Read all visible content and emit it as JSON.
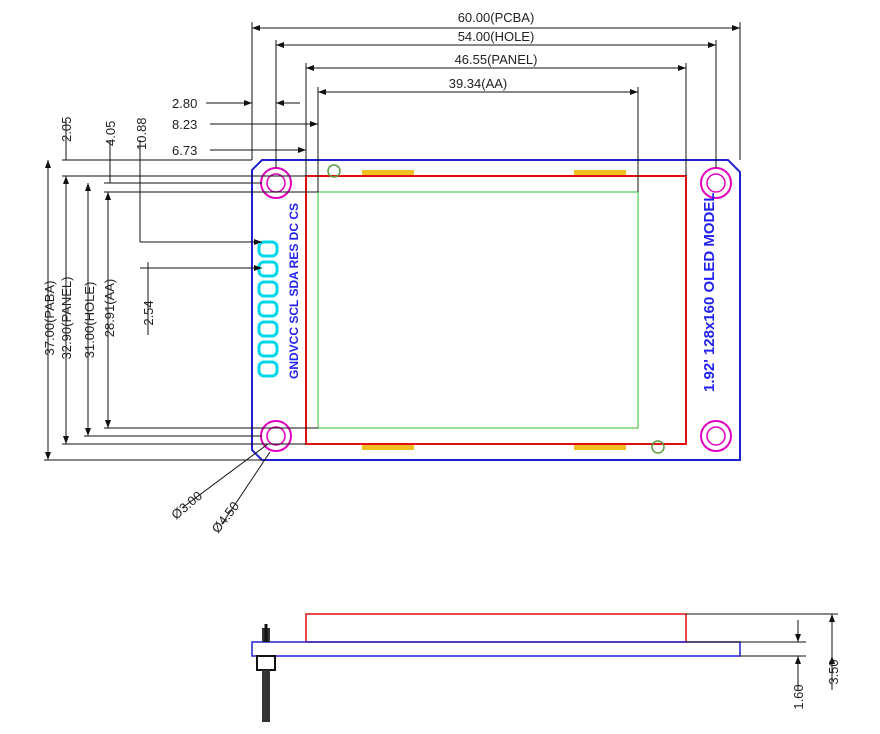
{
  "dimensions": {
    "pcba_width": "60.00(PCBA)",
    "hole_pitch_x": "54.00(HOLE)",
    "panel_width": "46.55(PANEL)",
    "aa_width": "39.34(AA)",
    "offset_a": "2.80",
    "offset_b": "8.23",
    "offset_c": "6.73",
    "offset_v1": "2.05",
    "offset_v2": "4.05",
    "offset_v3": "10.88",
    "pcba_height": "37.00(PABA)",
    "panel_height": "32.90(PANEL)",
    "hole_pitch_y": "31.00(HOLE)",
    "aa_height": "28.91(AA)",
    "pin_pitch": "2.54",
    "hole_diameter": "Ø3.00",
    "pad_diameter": "Ø4.50",
    "pcb_thickness": "1.60",
    "total_thickness": "3.50"
  },
  "silkscreen": {
    "pin_labels": "GNDVCC SCL SDA RES DC CS",
    "model": "1.92' 128x160 OLED MODEL"
  },
  "colors": {
    "pcb_outline": "#2020d0",
    "panel_outline": "#e01010",
    "active_area": "#30c030",
    "mount_holes": "#e000c0",
    "pins": "#00d8e8",
    "fpc_tabs": "#f0c020"
  }
}
